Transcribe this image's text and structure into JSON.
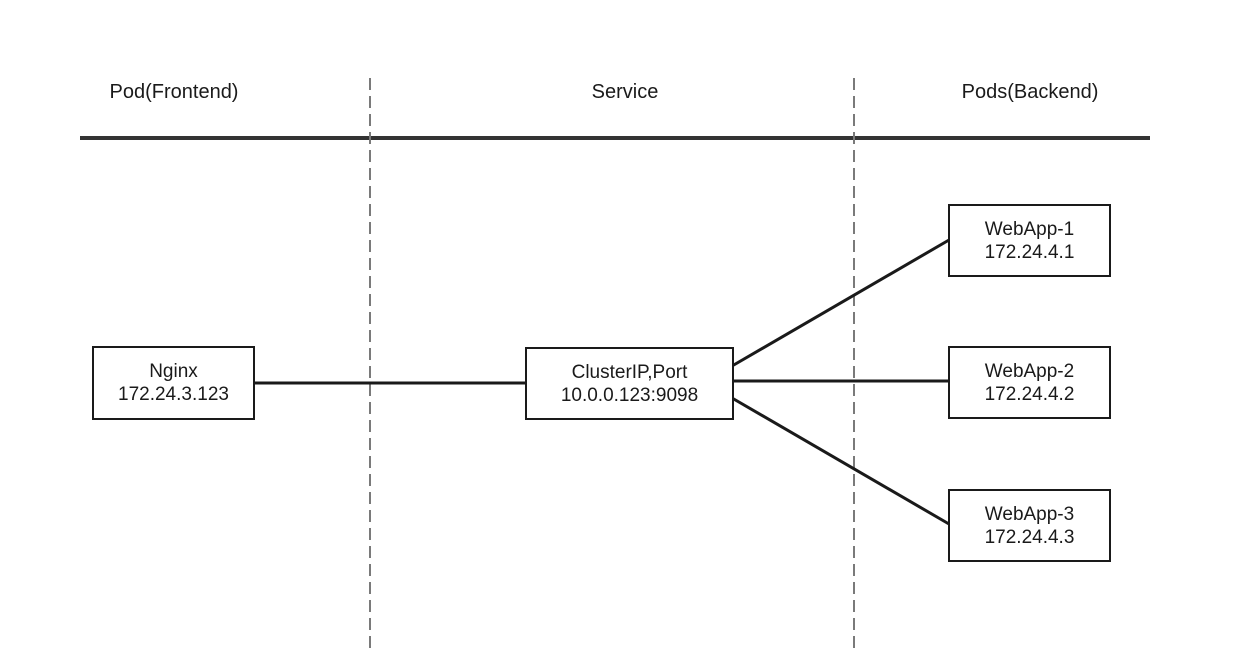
{
  "columns": {
    "frontend": "Pod(Frontend)",
    "service": "Service",
    "backend": "Pods(Backend)"
  },
  "nodes": {
    "nginx": {
      "name": "Nginx",
      "ip": "172.24.3.123"
    },
    "service": {
      "name": "ClusterIP,Port",
      "ip": "10.0.0.123:9098"
    },
    "webapp1": {
      "name": "WebApp-1",
      "ip": "172.24.4.1"
    },
    "webapp2": {
      "name": "WebApp-2",
      "ip": "172.24.4.2"
    },
    "webapp3": {
      "name": "WebApp-3",
      "ip": "172.24.4.3"
    }
  },
  "colors": {
    "line": "#1a1a1a",
    "divider": "#7a7a7a",
    "header_rule": "#333333"
  }
}
